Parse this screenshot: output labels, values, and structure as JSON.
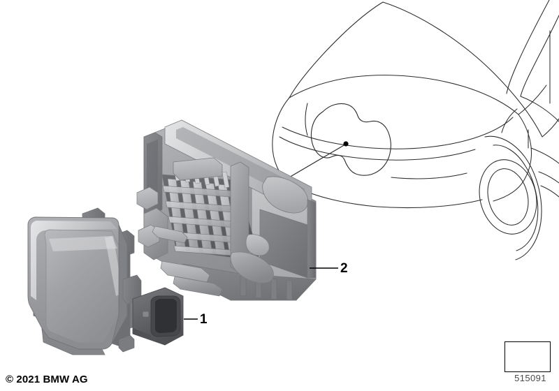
{
  "document": {
    "type": "technical-parts-diagram",
    "title": "BMW exploded parts illustration",
    "background_color": "#ffffff"
  },
  "footer": {
    "copyright": "© 2021 BMW AG",
    "diagram_number": "515091",
    "orientation_icon": "direction-arrow-icon"
  },
  "callouts": [
    {
      "id": "1",
      "label": "1",
      "part": "radar-sensor-control-module"
    },
    {
      "id": "2",
      "label": "2",
      "part": "sensor-mounting-bracket"
    }
  ],
  "parts": [
    {
      "ref": "1",
      "name": "Control module / radar sensor",
      "description": "Rounded rectangular housing with flat cover and keyed electrical connector plug",
      "colors": {
        "body": "#9a9b9f",
        "highlight": "#d6d7d9",
        "shadow": "#6c6e72",
        "connector": "#5d6064"
      }
    },
    {
      "ref": "2",
      "name": "Mounting bracket holder",
      "description": "Moulded plastic carrier with waffle rib lattice, locating tabs and snap hooks",
      "colors": {
        "body": "#9a9b9f",
        "highlight": "#c9cacc",
        "shadow": "#6a6c70",
        "deep": "#58595d"
      }
    }
  ],
  "vehicle": {
    "view": "front three-quarter outline",
    "style": "line drawing",
    "line_color": "#2b2b2b",
    "highlight_region": "front kidney grille / sensor mounting area",
    "marker": "installation-position-dot"
  },
  "colors": {
    "line": "#2b2b2b",
    "text": "#000000",
    "part_number_text": "#4a4a4a",
    "metal_light": "#d6d7d9",
    "metal_mid": "#9a9b9f",
    "metal_dark": "#6c6e72"
  }
}
